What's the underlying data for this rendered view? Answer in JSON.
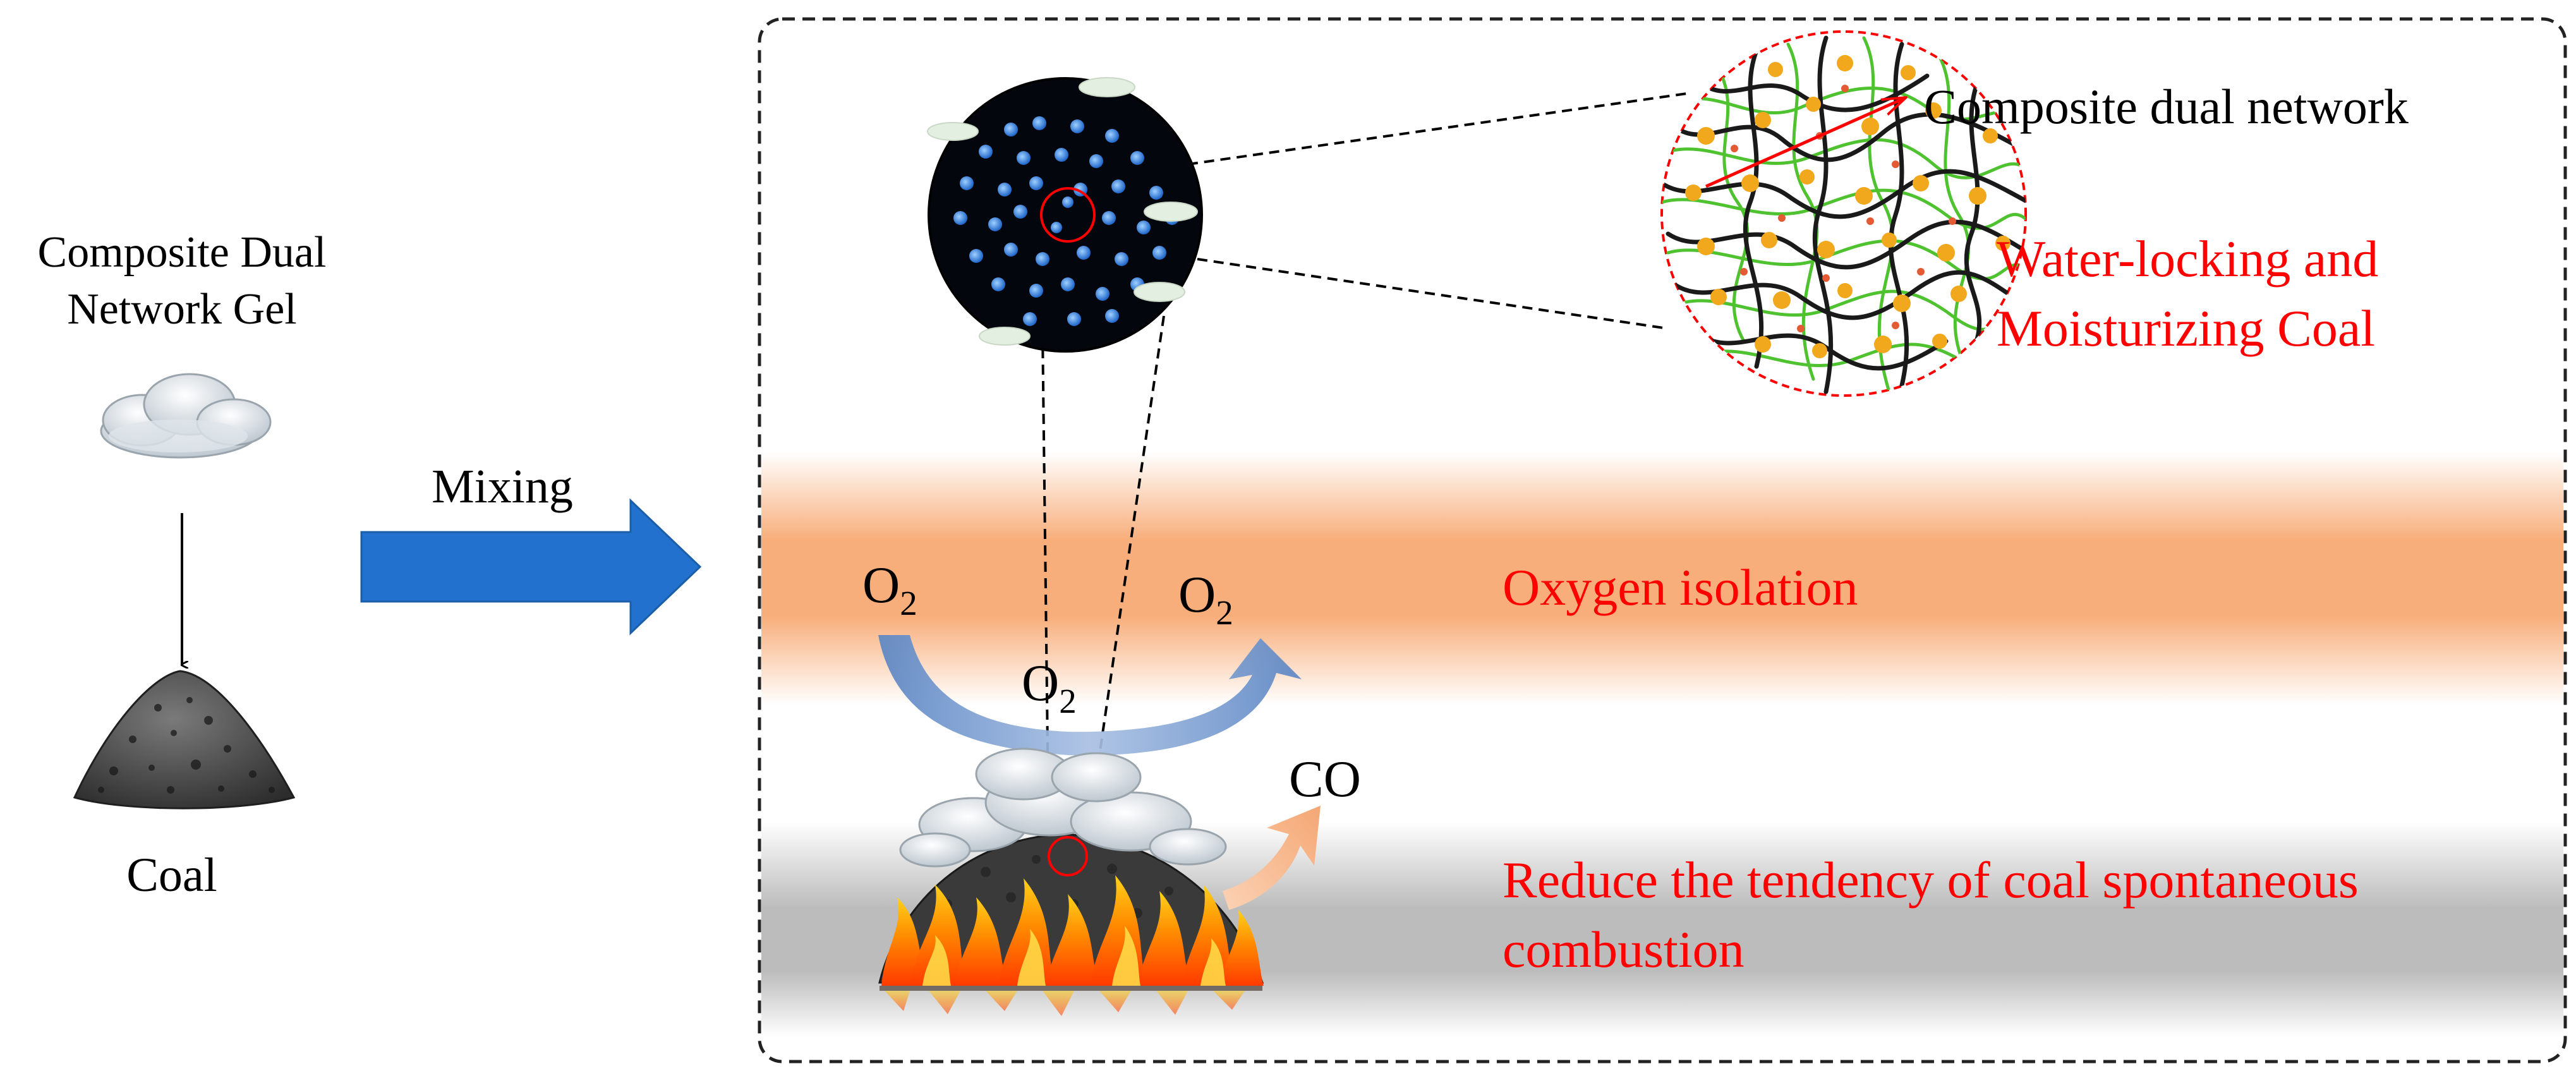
{
  "left_panel": {
    "gel_label_line1": "Composite Dual",
    "gel_label_line2": "Network Gel",
    "coal_label": "Coal",
    "mixing_label": "Mixing"
  },
  "right_panel": {
    "network_label": "Composite dual network",
    "water_line1": "Water-locking and",
    "water_line2": "Moisturizing Coal",
    "oxygen_isolation": "Oxygen isolation",
    "reduce_line1": "Reduce the tendency of coal spontaneous",
    "reduce_line2": "combustion",
    "o2_base": "O",
    "o2_sub": "2",
    "co_label": "CO"
  },
  "colors": {
    "accent_red": "#ff0000",
    "arrow_blue": "#2371cf",
    "orange_band": "#f7a56c",
    "gray_band": "#b5b5b5",
    "o2_arrow_blue": "#5b86c4",
    "co_arrow_orange": "#f4a774",
    "network_green": "#4fc230",
    "network_dot": "#f2a81c"
  }
}
